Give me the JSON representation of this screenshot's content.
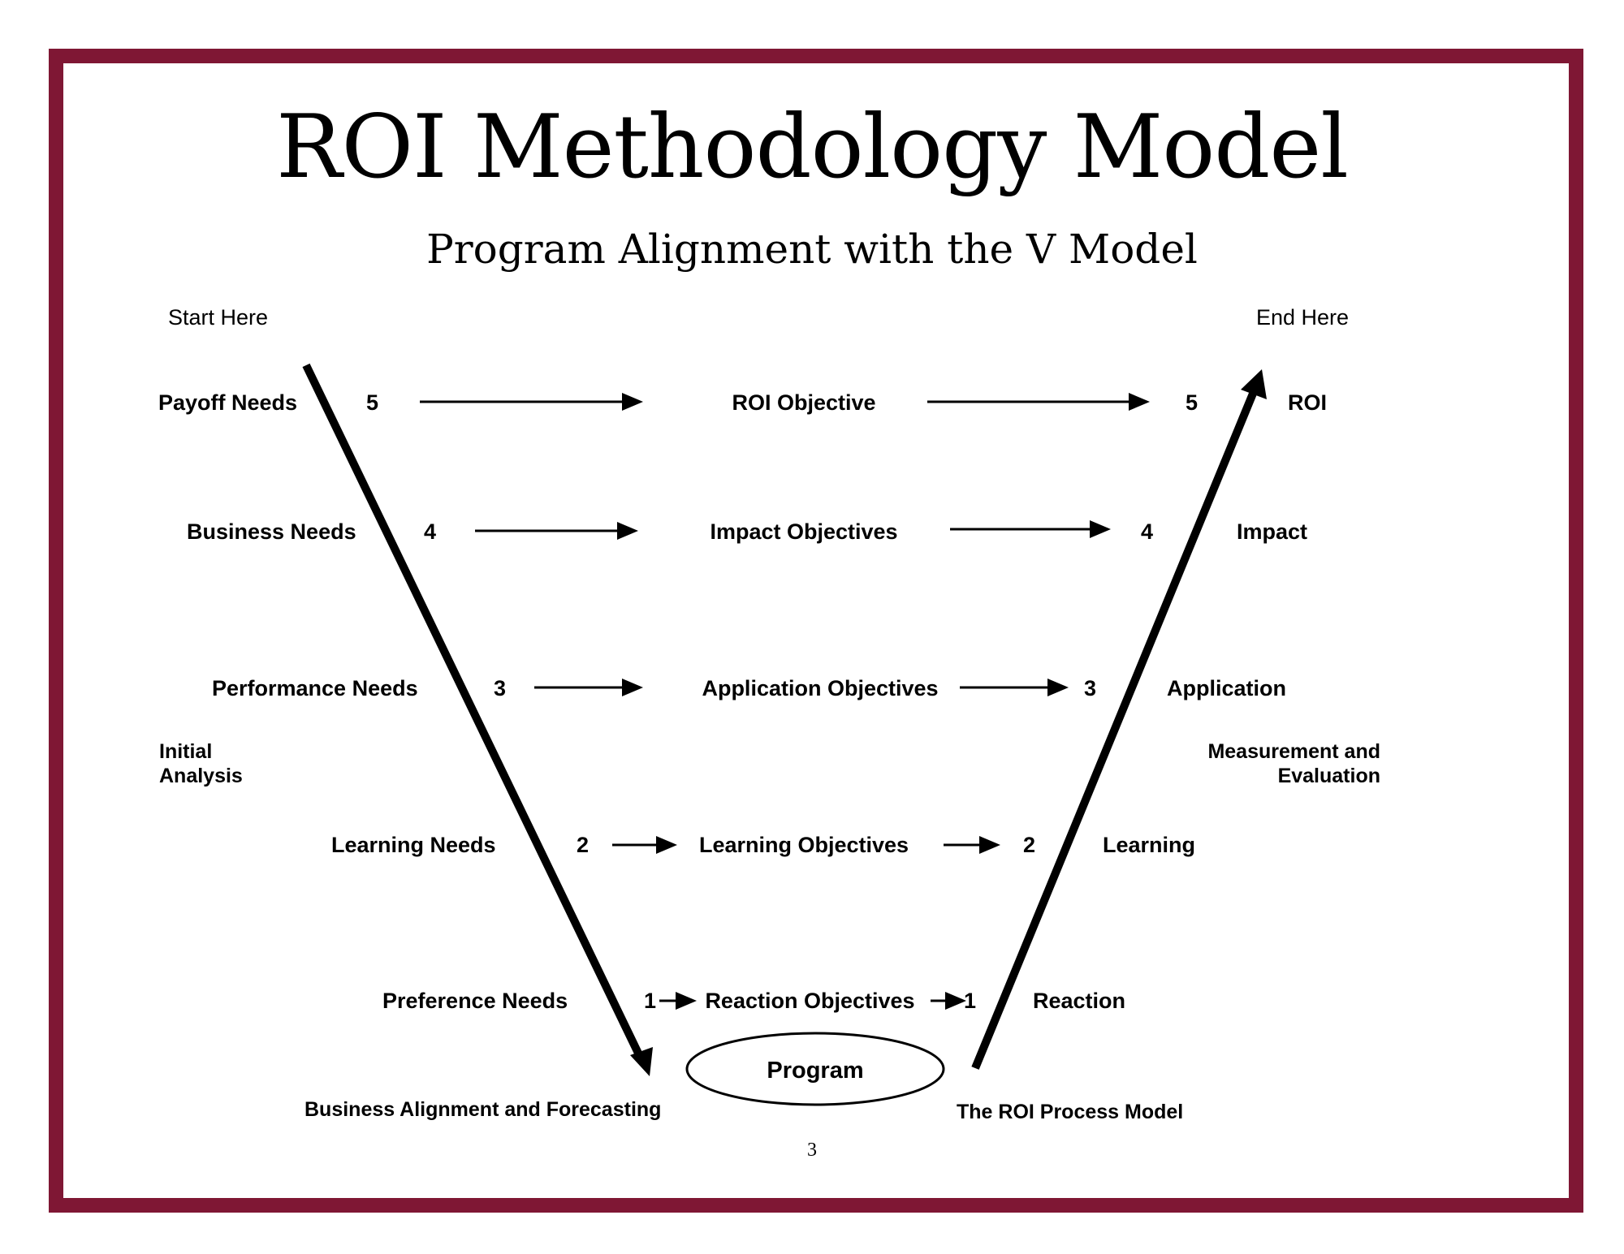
{
  "title": "ROI Methodology Model",
  "subtitle": "Program Alignment with the V Model",
  "start_label": "Start Here",
  "end_label": "End Here",
  "left_side_label": [
    "Initial",
    "Analysis"
  ],
  "right_side_label": [
    "Measurement and",
    "Evaluation"
  ],
  "levels": [
    {
      "level": "5",
      "need": "Payoff Needs",
      "objective": "ROI Objective",
      "measure": "ROI"
    },
    {
      "level": "4",
      "need": "Business Needs",
      "objective": "Impact Objectives",
      "measure": "Impact"
    },
    {
      "level": "3",
      "need": "Performance Needs",
      "objective": "Application Objectives",
      "measure": "Application"
    },
    {
      "level": "2",
      "need": "Learning Needs",
      "objective": "Learning Objectives",
      "measure": "Learning"
    },
    {
      "level": "1",
      "need": "Preference Needs",
      "objective": "Reaction Objectives",
      "measure": "Reaction"
    }
  ],
  "program_label": "Program",
  "left_caption": "Business Alignment and Forecasting",
  "right_caption": "The ROI Process Model",
  "page_number": "3",
  "colors": {
    "frame": "#7f1734",
    "ink": "#000000"
  }
}
